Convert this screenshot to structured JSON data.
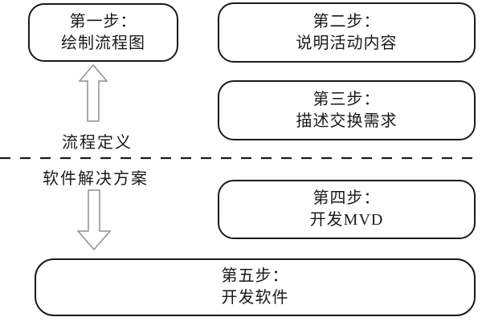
{
  "diagram": {
    "steps": [
      {
        "line1": "第一步：",
        "line2": "绘制流程图"
      },
      {
        "line1": "第二步：",
        "line2": "说明活动内容"
      },
      {
        "line1": "第三步：",
        "line2": "描述交换需求"
      },
      {
        "line1": "第四步：",
        "line2": "开发MVD"
      },
      {
        "line1": "第五步：",
        "line2": "开发软件"
      }
    ],
    "zone_labels": {
      "above_divider": "流程定义",
      "below_divider": "软件解决方案"
    },
    "icons": {
      "up_arrow": "hollow-up-arrow",
      "down_arrow": "hollow-down-arrow"
    },
    "colors": {
      "background": "#ffffff",
      "border": "#1a1a1a",
      "text": "#1a1a1a",
      "arrow_outline": "#8f8f8f",
      "divider": "#1a1a1a"
    }
  }
}
